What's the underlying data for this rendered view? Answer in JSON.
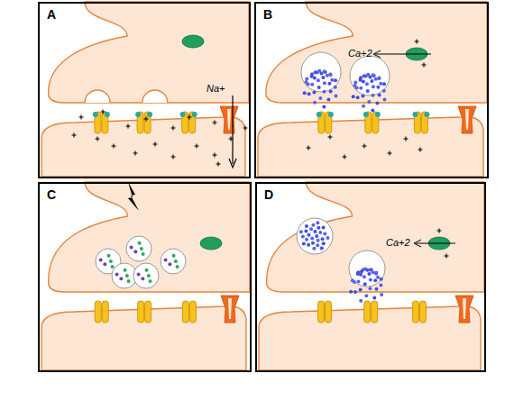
{
  "diagram": {
    "nodes": [
      {
        "text": [
          "A"
        ]
      },
      {
        "text": [
          "B"
        ]
      },
      {
        "text": [
          "C"
        ]
      },
      {
        "text": [
          "D"
        ]
      }
    ],
    "labels": [
      "Na+",
      "Ca+2",
      "Ca+2"
    ]
  }
}
